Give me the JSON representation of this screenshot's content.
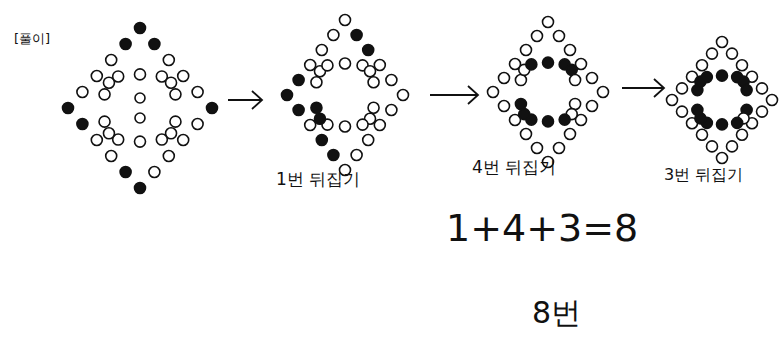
{
  "diagram": {
    "labels": [
      "[풀이]",
      "1번 뒤집기",
      "4번 뒤집기",
      "3번 뒤집기",
      "1+4+3=8",
      "8번"
    ]
  }
}
